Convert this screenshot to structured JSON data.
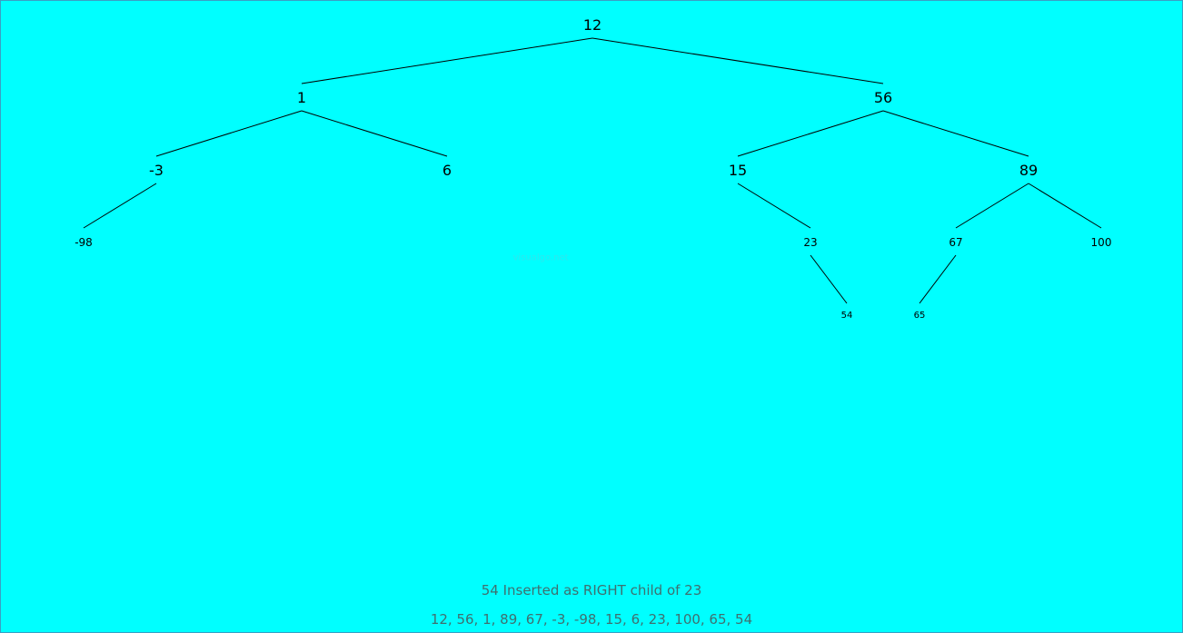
{
  "tree": {
    "nodes": [
      {
        "id": "12",
        "label": "12",
        "level": 0
      },
      {
        "id": "1",
        "label": "1",
        "level": 1
      },
      {
        "id": "56",
        "label": "56",
        "level": 1
      },
      {
        "id": "-3",
        "label": "-3",
        "level": 2
      },
      {
        "id": "6",
        "label": "6",
        "level": 2
      },
      {
        "id": "15",
        "label": "15",
        "level": 2
      },
      {
        "id": "89",
        "label": "89",
        "level": 2
      },
      {
        "id": "-98",
        "label": "-98",
        "level": 3
      },
      {
        "id": "23",
        "label": "23",
        "level": 3
      },
      {
        "id": "67",
        "label": "67",
        "level": 3
      },
      {
        "id": "100",
        "label": "100",
        "level": 3
      },
      {
        "id": "54",
        "label": "54",
        "level": 4
      },
      {
        "id": "65",
        "label": "65",
        "level": 4
      }
    ],
    "edges": [
      [
        "12",
        "1"
      ],
      [
        "12",
        "56"
      ],
      [
        "1",
        "-3"
      ],
      [
        "1",
        "6"
      ],
      [
        "56",
        "15"
      ],
      [
        "56",
        "89"
      ],
      [
        "-3",
        "-98"
      ],
      [
        "15",
        "23"
      ],
      [
        "89",
        "67"
      ],
      [
        "89",
        "100"
      ],
      [
        "23",
        "54"
      ],
      [
        "67",
        "65"
      ]
    ]
  },
  "watermark": "visualgo.net",
  "status": {
    "message": "54 Inserted as RIGHT child of 23",
    "sequence": "12, 56, 1, 89, 67, -3, -98, 15, 6, 23, 100, 65, 54"
  },
  "colors": {
    "background": "#00ffff",
    "edge": "#000000",
    "status_text": "#3f6f6f"
  }
}
